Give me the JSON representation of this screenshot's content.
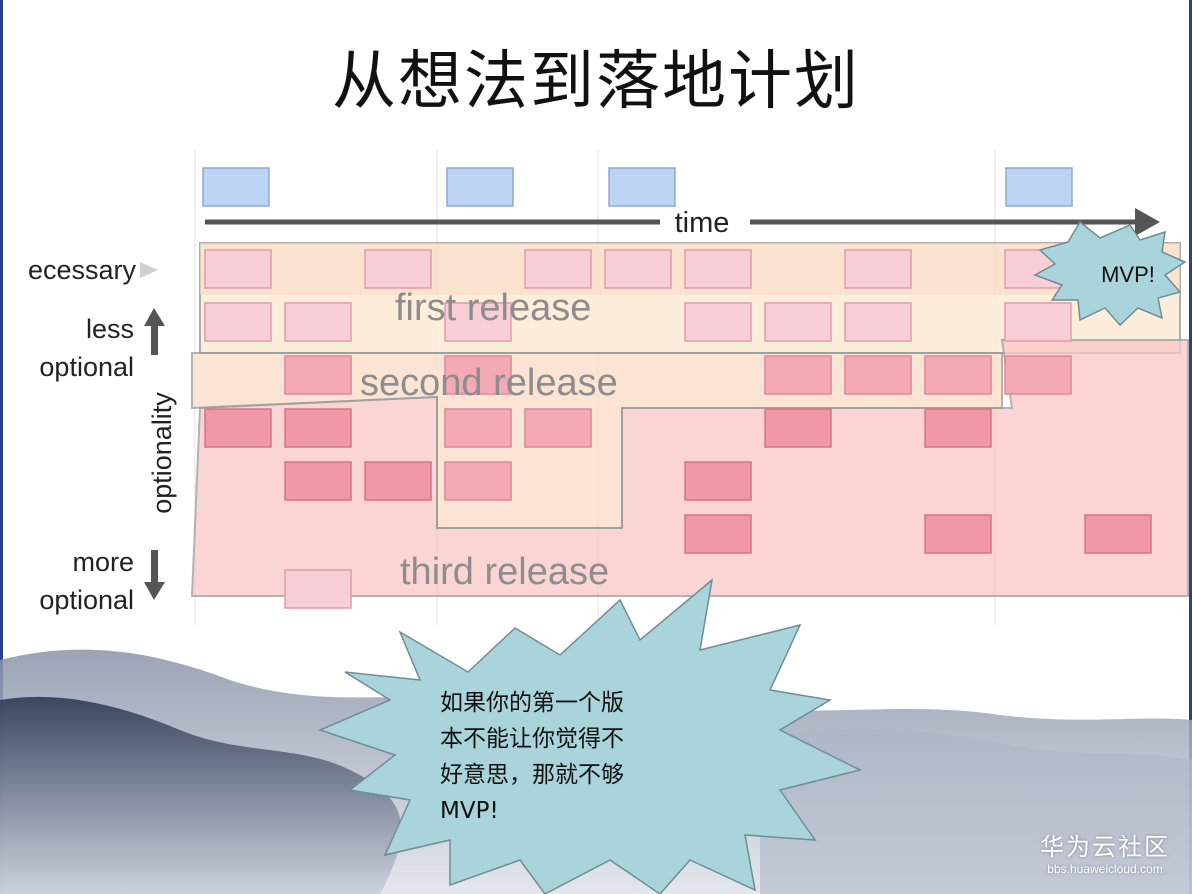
{
  "title": "从想法到落地计划",
  "time_label": "time",
  "axis": {
    "necessary": "ecessary",
    "less_optional": [
      "less",
      "optional"
    ],
    "optionality": "optionality",
    "more_optional": [
      "more",
      "optional"
    ]
  },
  "releases": {
    "first": "first release",
    "second": "second release",
    "third": "third release"
  },
  "mvp_burst": "MVP!",
  "callout_lines": [
    "如果你的第一个版",
    "本不能让你觉得不",
    "好意思，那就不够",
    "MVP!"
  ],
  "watermark": {
    "name": "华为云社区",
    "url": "bbs.huaweicloud.com"
  },
  "colors": {
    "top_card": "#bcd4f4",
    "light_pink": "#f8cfd6",
    "mid_pink": "#f3aab4",
    "dark_pink": "#ee97a5",
    "burst": "#a9d4db",
    "frame": "#8c8c8c"
  }
}
